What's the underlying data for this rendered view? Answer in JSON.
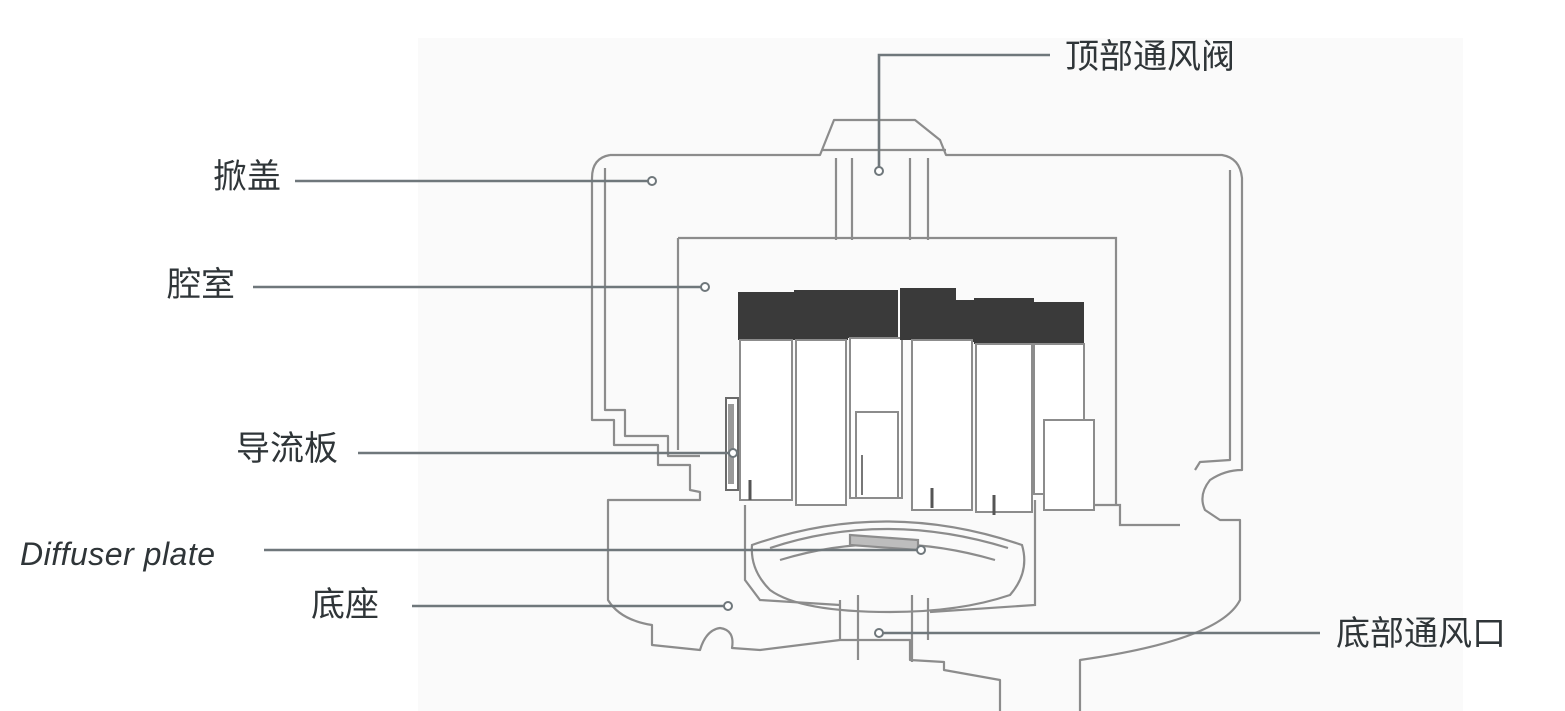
{
  "labels": {
    "top_vent_valve": "顶部通风阀",
    "lid": "掀盖",
    "chamber": "腔室",
    "baffle": "导流板",
    "diffuser_plate": "Diffuser plate",
    "base": "底座",
    "bottom_vent": "底部通风口"
  },
  "colors": {
    "line": "#6f777b",
    "outline": "#8a8a8a",
    "text": "#2f3538",
    "background_panel": "#fafafa"
  }
}
